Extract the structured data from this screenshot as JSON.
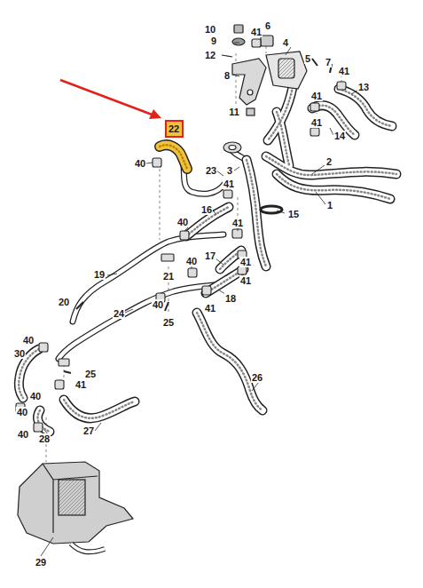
{
  "diagram": {
    "nodes": [
      {
        "text": [
          "22"
        ]
      }
    ],
    "labels": [
      "10",
      "6",
      "41",
      "9",
      "4",
      "12",
      "5",
      "41",
      "7",
      "8",
      "13",
      "41",
      "11",
      "41",
      "14",
      "40",
      "2",
      "23",
      "3",
      "41",
      "1",
      "16",
      "15",
      "40",
      "41",
      "17",
      "40",
      "41",
      "19",
      "21",
      "41",
      "18",
      "20",
      "40",
      "41",
      "24",
      "25",
      "40",
      "30",
      "25",
      "26",
      "41",
      "40",
      "40",
      "27",
      "40",
      "28",
      "29"
    ]
  }
}
